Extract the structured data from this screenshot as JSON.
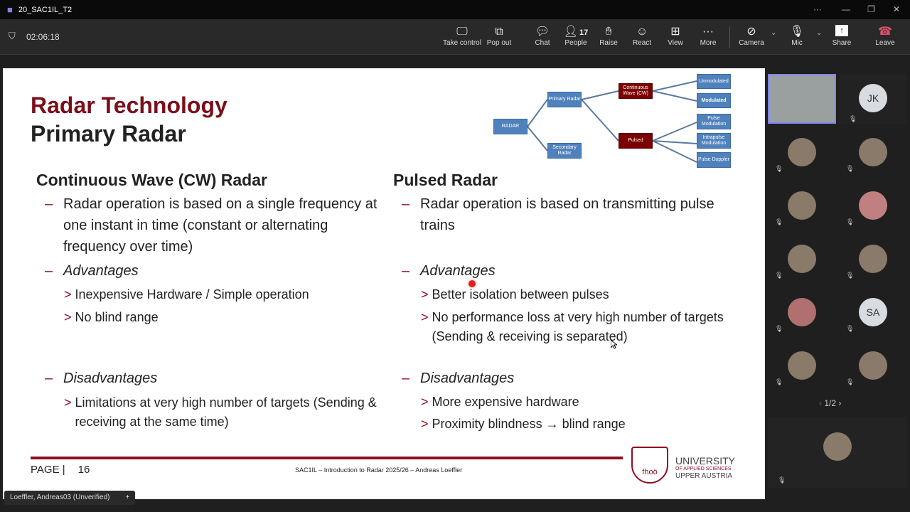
{
  "window": {
    "title": "20_SAC1IL_T2",
    "timer": "02:06:18"
  },
  "toolbar": {
    "take_control": "Take control",
    "pop_out": "Pop out",
    "chat": "Chat",
    "people": "People",
    "people_count": "17",
    "raise": "Raise",
    "react": "React",
    "view": "View",
    "more": "More",
    "camera": "Camera",
    "mic": "Mic",
    "share": "Share",
    "leave": "Leave"
  },
  "slide": {
    "title": "Radar Technology",
    "subtitle": "Primary Radar",
    "diagram": {
      "radar": "RADAR",
      "primary": "Primary Radar",
      "secondary": "Secondary Radar",
      "cw": "Continuous Wave (CW)",
      "pulsed": "Pulsed",
      "unmod": "Unmodulated",
      "mod": "Modulated",
      "pm": "Pulse Modulation",
      "ipm": "Intrapulse Modulation",
      "pd": "Pulse Doppler"
    },
    "cw": {
      "heading": "Continuous Wave (CW) Radar",
      "desc": "Radar operation is based on a single frequency at one instant in time (constant or alternating frequency over time)",
      "adv": "Advantages",
      "adv_items": [
        "Inexpensive Hardware / Simple operation",
        "No blind range"
      ],
      "dis": "Disadvantages",
      "dis_items": [
        "Limitations at very high number of targets (Sending & receiving at the same time)"
      ]
    },
    "pulsed": {
      "heading": "Pulsed Radar",
      "desc": "Radar operation is based on transmitting pulse trains",
      "adv": "Advantages",
      "adv_items": [
        "Better isolation between pulses",
        "No performance loss at very high number of targets (Sending & receiving is separated)"
      ],
      "dis": "Disadvantages",
      "dis_items": [
        "More expensive hardware",
        "Proximity blindness → blind range"
      ]
    },
    "footer": {
      "page_label": "PAGE |",
      "page_num": "16",
      "course": "SAC1IL – Introduction to Radar 2025/26 – Andreas Loeffler",
      "uni1": "UNIVERSITY",
      "uni2": "OF APPLIED SCIENCES",
      "uni3": "UPPER AUSTRIA"
    }
  },
  "presenter_label": "Loeffler, Andreas03 (Unverified)",
  "participants": {
    "jk": "JK",
    "sa": "SA",
    "page": "1/2"
  }
}
